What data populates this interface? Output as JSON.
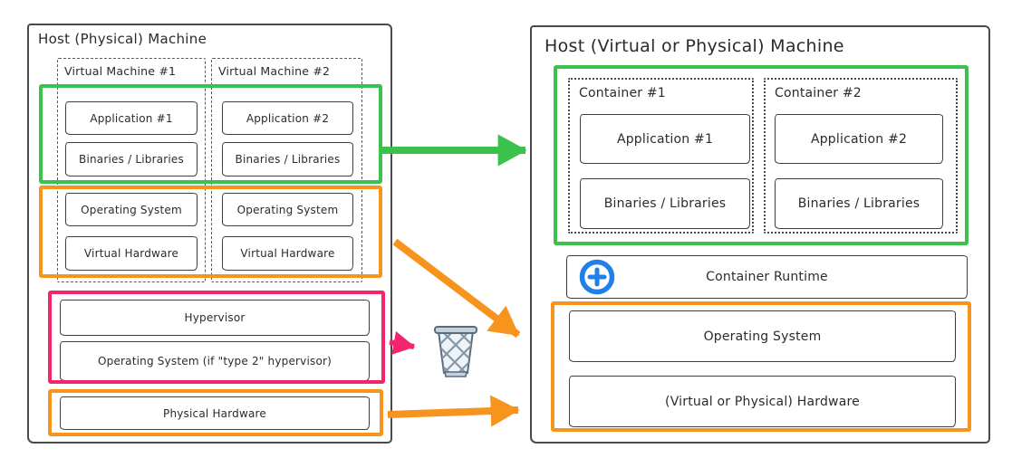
{
  "colors": {
    "green": "#3bc24d",
    "orange": "#f7941e",
    "pink": "#f3256e",
    "blue": "#1f80ea",
    "stroke": "#3f3f3f"
  },
  "left_panel": {
    "title": "Host (Physical) Machine",
    "vm1": {
      "label": "Virtual Machine #1",
      "application": "Application #1",
      "binaries": "Binaries / Libraries",
      "os": "Operating System",
      "hardware": "Virtual Hardware"
    },
    "vm2": {
      "label": "Virtual Machine #2",
      "application": "Application #2",
      "binaries": "Binaries / Libraries",
      "os": "Operating System",
      "hardware": "Virtual Hardware"
    },
    "hypervisor": "Hypervisor",
    "host_os": "Operating System (if \"type 2\" hypervisor)",
    "physical_hardware": "Physical Hardware"
  },
  "right_panel": {
    "title": "Host (Virtual or Physical) Machine",
    "container1": {
      "label": "Container #1",
      "application": "Application #1",
      "binaries": "Binaries / Libraries"
    },
    "container2": {
      "label": "Container #2",
      "application": "Application #2",
      "binaries": "Binaries / Libraries"
    },
    "runtime": "Container Runtime",
    "os": "Operating System",
    "hardware": "(Virtual or Physical) Hardware"
  },
  "icons": {
    "trash": "wastebasket-icon",
    "plus": "plus-circle-icon"
  }
}
